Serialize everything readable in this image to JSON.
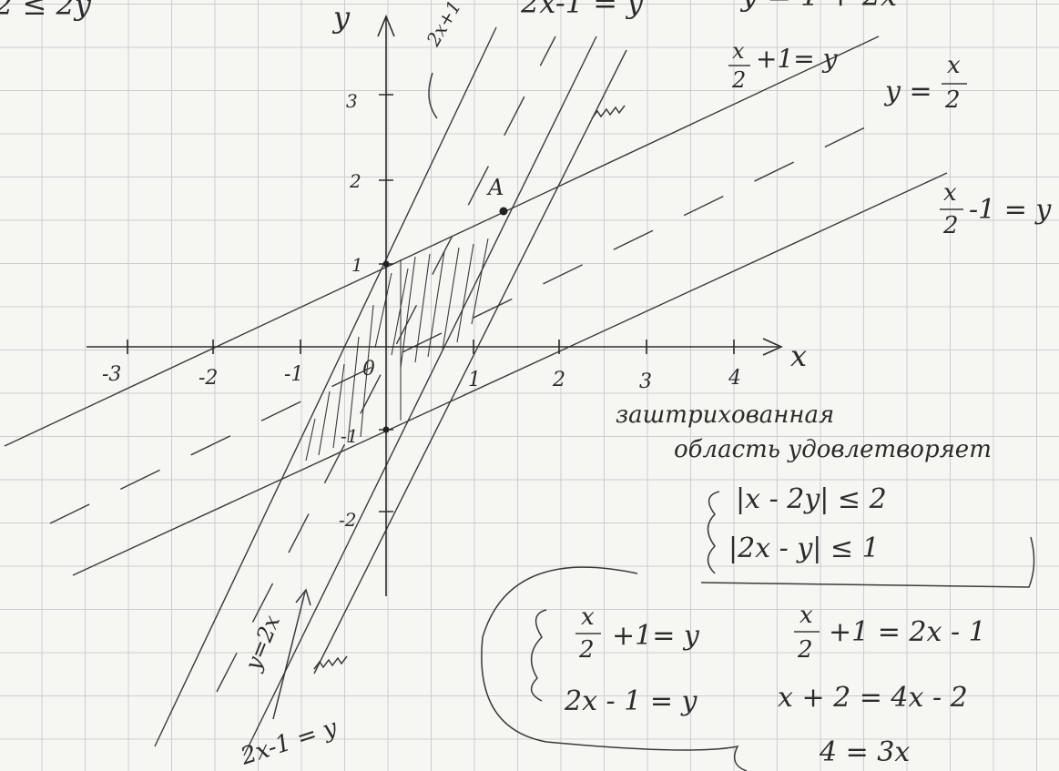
{
  "axes": {
    "x_label": "x",
    "y_label": "y",
    "x_ticks": [
      "-3",
      "-2",
      "-1",
      "0",
      "1",
      "2",
      "3",
      "4"
    ],
    "y_ticks": [
      "1",
      "2",
      "3",
      "-1",
      "-2"
    ]
  },
  "point": {
    "label": "A",
    "x": 1.33,
    "y": 1.67
  },
  "line_labels": {
    "top_left_cut": "2 ≤ 2y",
    "top_mid_cut": "2x-1 = y",
    "top_right_cut": "y = 1 + 2x",
    "top_slanted": "2x+1",
    "half_plus_one": {
      "num": "x",
      "den": "2",
      "rest": "+1= y"
    },
    "half": {
      "left": "y =",
      "num": "x",
      "den": "2"
    },
    "half_minus_one": {
      "num": "x",
      "den": "2",
      "rest": "-1 = y"
    },
    "bottom_2x_minus_1": "2x-1 = y",
    "bottom_y_2x": "y=2x"
  },
  "note": {
    "line1": "заштрихованная",
    "line2": "область удовлетворяет",
    "ineq1": "|x - 2y| ≤ 2",
    "ineq2": "|2x - y| ≤ 1"
  },
  "system": {
    "eq1": {
      "num": "x",
      "den": "2",
      "rest": "+1= y"
    },
    "eq2": "2x - 1 = y"
  },
  "solution": {
    "step1": {
      "num": "x",
      "den": "2",
      "rest": "+1 = 2x - 1"
    },
    "step2": "x + 2 = 4x - 2",
    "step3": "4 = 3x"
  }
}
